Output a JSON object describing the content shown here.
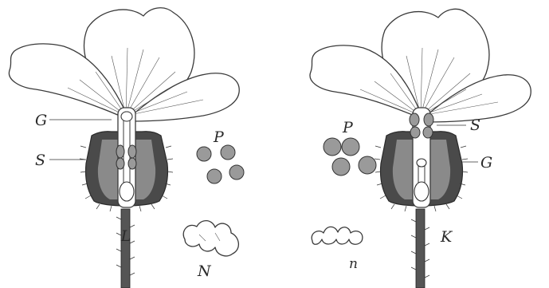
{
  "figure": {
    "left_flower": {
      "label": "L",
      "style_label": "G",
      "stamen_label": "S"
    },
    "right_flower": {
      "label": "K",
      "style_label": "G",
      "stamen_label": "S"
    },
    "pollen_left": {
      "label": "P"
    },
    "pollen_right": {
      "label": "P"
    },
    "papillae_left": {
      "label": "N"
    },
    "papillae_right": {
      "label": "n"
    }
  }
}
